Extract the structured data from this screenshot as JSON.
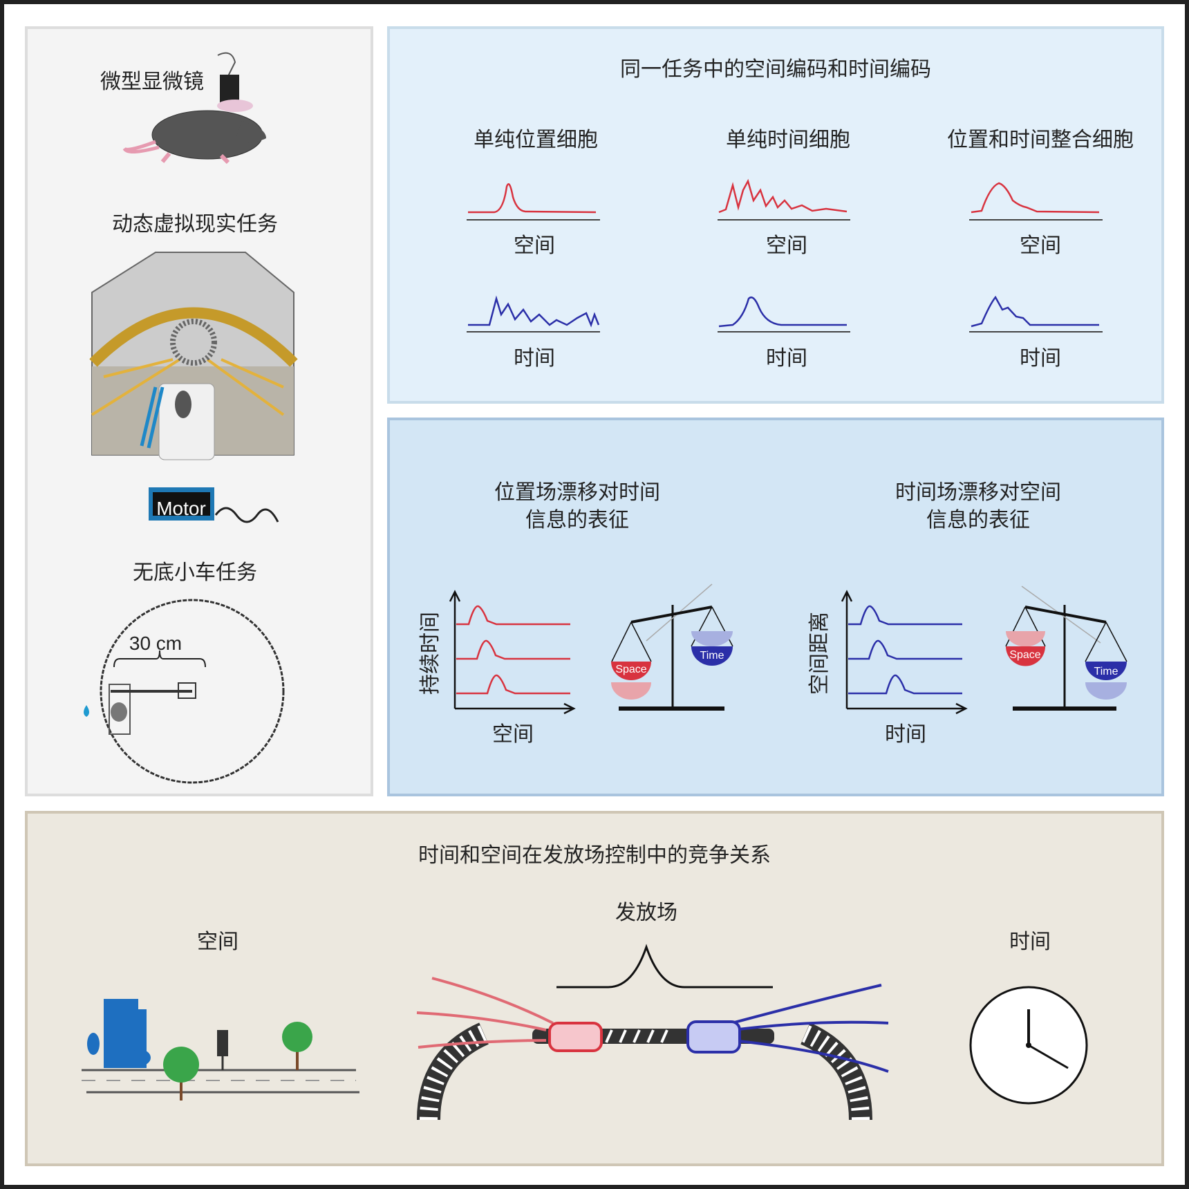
{
  "left_panel": {
    "microscope_label": "微型显微镜",
    "vr_task_label": "动态虚拟现实任务",
    "motor_label": "Motor",
    "cart_task_label": "无底小车任务",
    "distance_label": "30 cm"
  },
  "coding_panel": {
    "title": "同一任务中的空间编码和时间编码",
    "columns": [
      {
        "title": "单纯位置细胞",
        "space_label": "空间",
        "time_label": "时间"
      },
      {
        "title": "单纯时间细胞",
        "space_label": "空间",
        "time_label": "时间"
      },
      {
        "title": "位置和时间整合细胞",
        "space_label": "空间",
        "time_label": "时间"
      }
    ]
  },
  "drift_panel": {
    "left": {
      "title_line1": "位置场漂移对时间",
      "title_line2": "信息的表征",
      "y_label": "持续时间",
      "x_label": "空间",
      "pan_heavy": "Space",
      "pan_light": "Time"
    },
    "right": {
      "title_line1": "时间场漂移对空间",
      "title_line2": "信息的表征",
      "y_label": "空间距离",
      "x_label": "时间",
      "pan_heavy": "Time",
      "pan_light": "Space"
    }
  },
  "competition_panel": {
    "title": "时间和空间在发放场控制中的竞争关系",
    "field_label": "发放场",
    "space_label": "空间",
    "time_label": "时间"
  },
  "colors": {
    "space_red": "#d8333f",
    "time_blue": "#2b2fa8",
    "top_bg": "#e3f0fa",
    "mid_bg": "#d3e6f5",
    "bottom_bg": "#ece8df"
  }
}
